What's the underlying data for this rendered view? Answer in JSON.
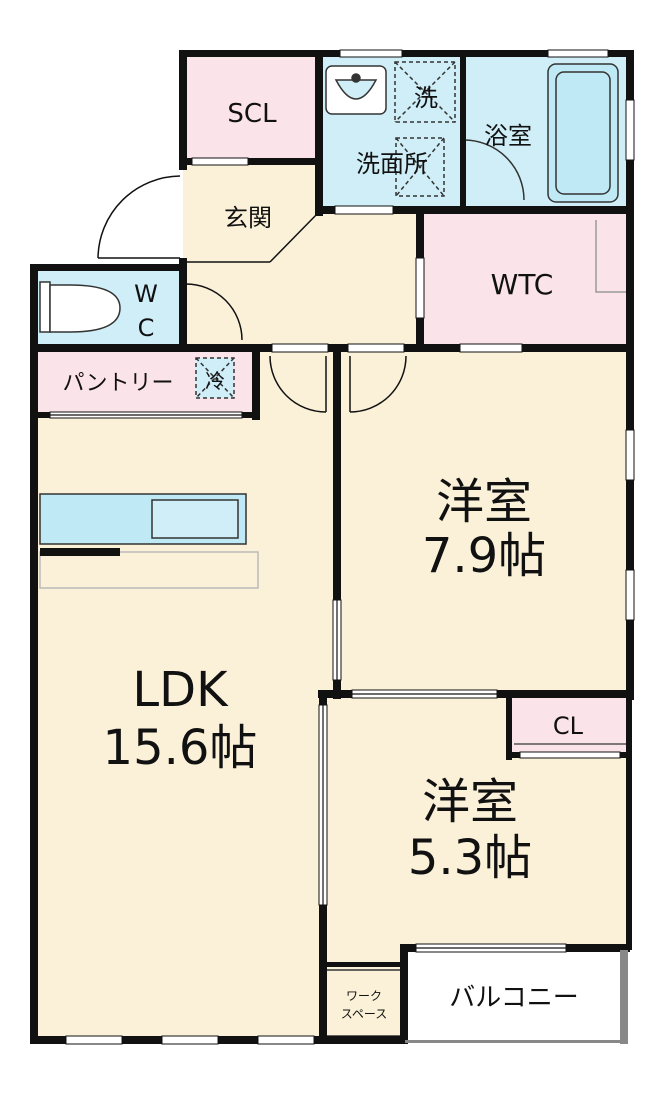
{
  "colors": {
    "wall": "#111111",
    "floor_wood": "#fbf1d9",
    "wet_area": "#cfeef8",
    "storage": "#fbe3ea",
    "kitchen": "#bfe9f4",
    "balcony": "#ffffff"
  },
  "rooms": {
    "scl": "SCL",
    "washer": "洗",
    "washroom": "洗面所",
    "bath": "浴室",
    "entrance": "玄関",
    "wtc": "WTC",
    "wc_w": "W",
    "wc_c": "C",
    "pantry": "パントリー",
    "fridge": "冷",
    "western1_name": "洋室",
    "western1_size": "7.9帖",
    "ldk_name": "LDK",
    "ldk_size": "15.6帖",
    "cl": "CL",
    "western2_name": "洋室",
    "western2_size": "5.3帖",
    "workspace_line1": "ワーク",
    "workspace_line2": "スペース",
    "balcony": "バルコニー"
  }
}
